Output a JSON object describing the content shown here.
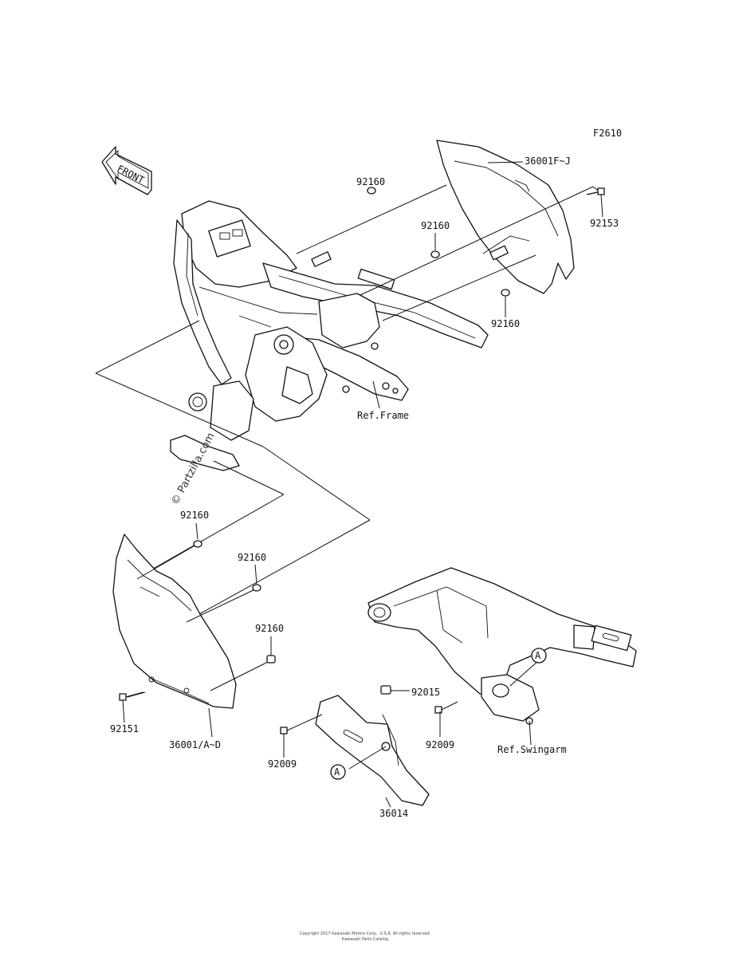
{
  "figure_code": "F2610",
  "front_badge": "FRONT",
  "watermark": "© Partzilla.com",
  "labels": {
    "p36001_upper": "36001F~J",
    "p92160_a": "92160",
    "p92160_b": "92160",
    "p92153": "92153",
    "p92160_c": "92160",
    "ref_frame": "Ref.Frame",
    "p92160_d": "92160",
    "p92160_e": "92160",
    "p92160_f": "92160",
    "p92151": "92151",
    "p36001_lower": "36001/A~D",
    "p92015": "92015",
    "p92009_a": "92009",
    "p92009_b": "92009",
    "ref_swingarm": "Ref.Swingarm",
    "p36014": "36014",
    "callout_a1": "A",
    "callout_a2": "A"
  },
  "footer": {
    "line1": "Copyright 2017 Kawasaki Motors Corp., U.S.A. All rights reserved.",
    "line2": "Kawasaki Parts Catalog"
  }
}
